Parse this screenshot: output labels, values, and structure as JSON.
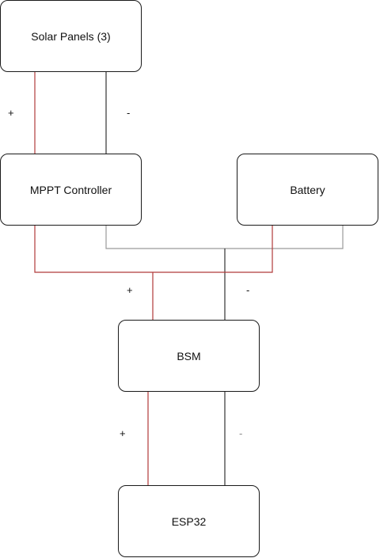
{
  "colors": {
    "positive_wire": "#b03a3a",
    "negative_wire": "#333333",
    "ground_wire": "#9a9a9a",
    "box_border": "#1a1a1a"
  },
  "nodes": {
    "solar": "Solar Panels (3)",
    "mppt": "MPPT Controller",
    "battery": "Battery",
    "bsm": "BSM",
    "esp32": "ESP32"
  },
  "wire_labels": {
    "solar_plus": "+",
    "solar_minus": "-",
    "bus_plus": "+",
    "bus_minus": "-",
    "esp_plus": "+",
    "esp_minus": "-"
  }
}
